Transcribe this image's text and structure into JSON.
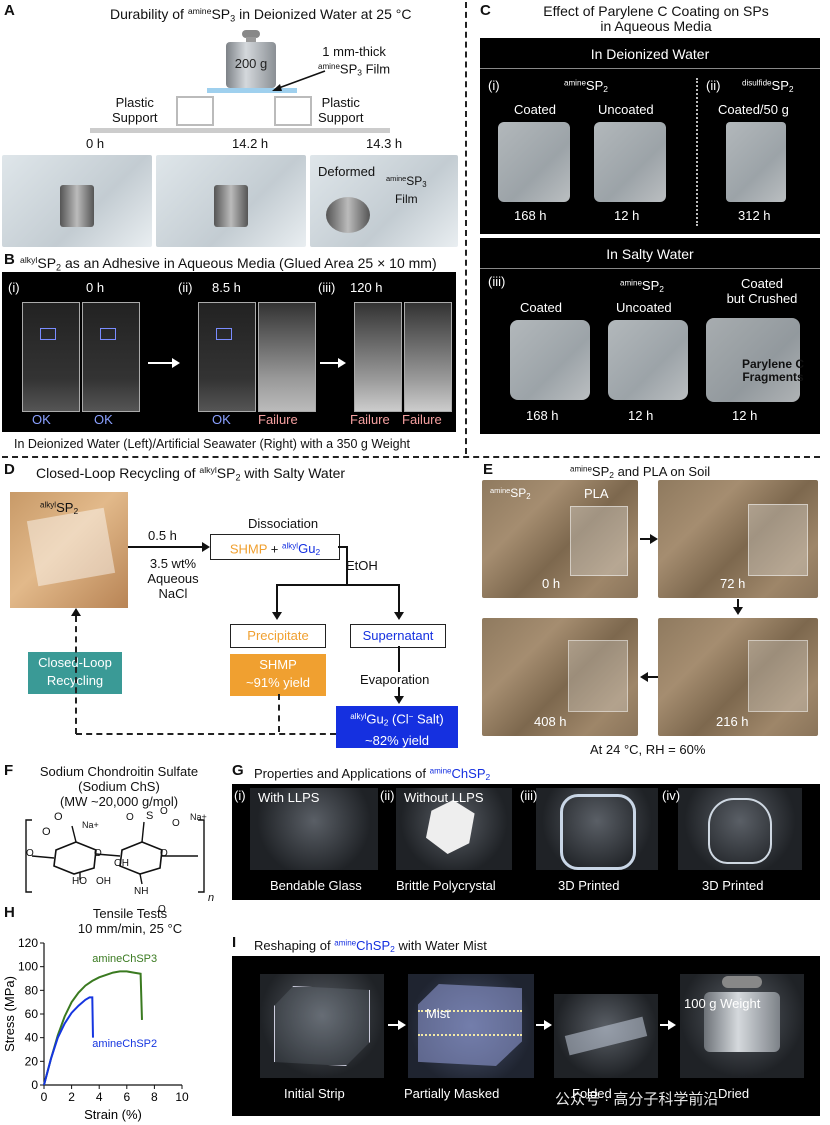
{
  "panels": {
    "A": {
      "label": "A",
      "title": "Durability of amineSP3 in Deionized Water at 25 °C",
      "weight": "200 g",
      "film_label": "1 mm-thick amineSP3 Film",
      "support_left": "Plastic Support",
      "support_right": "Plastic Support",
      "times": [
        "0 h",
        "14.2 h",
        "14.3 h"
      ],
      "deformed": "Deformed",
      "film_small": "amineSP3 Film"
    },
    "B": {
      "label": "B",
      "title": "alkylSP2 as an Adhesive in Aqueous Media (Glued Area 25 × 10 mm)",
      "sub": [
        "(i)",
        "(ii)",
        "(iii)"
      ],
      "times": [
        "0 h",
        "8.5 h",
        "120 h"
      ],
      "status": [
        "OK",
        "OK",
        "OK",
        "Failure",
        "Failure",
        "Failure"
      ],
      "caption": "In Deionized Water (Left)/Artificial Seawater (Right) with a 350 g Weight"
    },
    "C": {
      "label": "C",
      "title_line1": "Effect of Parylene C Coating on SPs",
      "title_line2": "in Aqueous Media",
      "deionized": "In Deionized Water",
      "salty": "In Salty Water",
      "sub": [
        "(i)",
        "(ii)",
        "(iii)"
      ],
      "amine": "amineSP2",
      "disulfide": "disulfideSP2",
      "coated": "Coated",
      "uncoated": "Uncoated",
      "coated50": "Coated/50 g",
      "crushed1": "Coated",
      "crushed2": "but Crushed",
      "fragments1": "Parylene C",
      "fragments2": "Fragments",
      "times_top": [
        "168 h",
        "12 h",
        "312 h"
      ],
      "times_bottom": [
        "168 h",
        "12 h",
        "12 h"
      ]
    },
    "D": {
      "label": "D",
      "title": "Closed-Loop Recycling of alkylSP2 with Salty Water",
      "material": "alkylSP2",
      "time": "0.5 h",
      "nacl": [
        "3.5 wt%",
        "Aqueous",
        "NaCl"
      ],
      "dissociation": "Dissociation",
      "shmp": "SHMP",
      "plus": "+",
      "gu2": "alkylGu2",
      "etoh": "EtOH",
      "precipitate": "Precipitate",
      "supernatant": "Supernatant",
      "evaporation": "Evaporation",
      "recycling": [
        "Closed-Loop",
        "Recycling"
      ],
      "shmp_yield": [
        "SHMP",
        "~91% yield"
      ],
      "gu_yield": [
        "alkylGu2 (Cl− Salt)",
        "~82% yield"
      ],
      "colors": {
        "orange": "#f0a030",
        "blue": "#1530e0",
        "teal": "#3a9a96"
      }
    },
    "E": {
      "label": "E",
      "title": "amineSP2 and PLA on Soil",
      "tag_sp": "amineSP2",
      "tag_pla": "PLA",
      "times": [
        "0 h",
        "72 h",
        "408 h",
        "216 h"
      ],
      "condition": "At 24 °C, RH = 60%"
    },
    "F": {
      "label": "F",
      "lines": [
        "Sodium Chondroitin Sulfate",
        "(Sodium ChS)",
        "(MW ~20,000 g/mol)"
      ],
      "atoms": [
        "O",
        "O",
        "Na+",
        "Na+",
        "O",
        "S",
        "O",
        "O",
        "OH",
        "OH",
        "O",
        "O",
        "O",
        "O",
        "HO",
        "NH",
        "n"
      ]
    },
    "G": {
      "label": "G",
      "title": "Properties and Applications of amineChSP2",
      "sub": [
        "(i)",
        "(ii)",
        "(iii)",
        "(iv)"
      ],
      "with": "With LLPS",
      "without": "Without LLPS",
      "captions": [
        "Bendable Glass",
        "Brittle Polycrystal",
        "3D Printed",
        "3D Printed"
      ]
    },
    "H": {
      "label": "H",
      "title_line1": "Tensile Tests",
      "title_line2": "10 mm/min, 25 °C",
      "chart_data": {
        "type": "line",
        "xlabel": "Strain (%)",
        "ylabel": "Stress (MPa)",
        "xlim": [
          0,
          10
        ],
        "ylim": [
          0,
          120
        ],
        "xticks": [
          0,
          2,
          4,
          6,
          8,
          10
        ],
        "yticks": [
          0,
          20,
          40,
          60,
          80,
          100,
          120
        ],
        "series": [
          {
            "name": "amineChSP3",
            "color": "#3a7a20",
            "x": [
              0,
              0.5,
              1,
              1.5,
              2,
              2.5,
              3,
              3.5,
              4,
              4.5,
              5,
              5.5,
              6,
              6.5,
              7,
              7.1
            ],
            "y": [
              0,
              22,
              42,
              58,
              70,
              78,
              84,
              88,
              91,
              93,
              95,
              96,
              96,
              95,
              94,
              55
            ]
          },
          {
            "name": "amineChSP2",
            "color": "#1535e0",
            "x": [
              0,
              0.5,
              1,
              1.5,
              2,
              2.5,
              3,
              3.3,
              3.5,
              3.55
            ],
            "y": [
              0,
              22,
              40,
              52,
              61,
              67,
              72,
              74,
              74,
              40
            ]
          }
        ]
      }
    },
    "I": {
      "label": "I",
      "title": "Reshaping of amineChSP2 with Water Mist",
      "mist": "Mist",
      "weight": "100 g Weight",
      "captions": [
        "Initial Strip",
        "Partially Masked",
        "Folded",
        "Dried"
      ]
    }
  },
  "watermark": "公众号 · 高分子科学前沿"
}
